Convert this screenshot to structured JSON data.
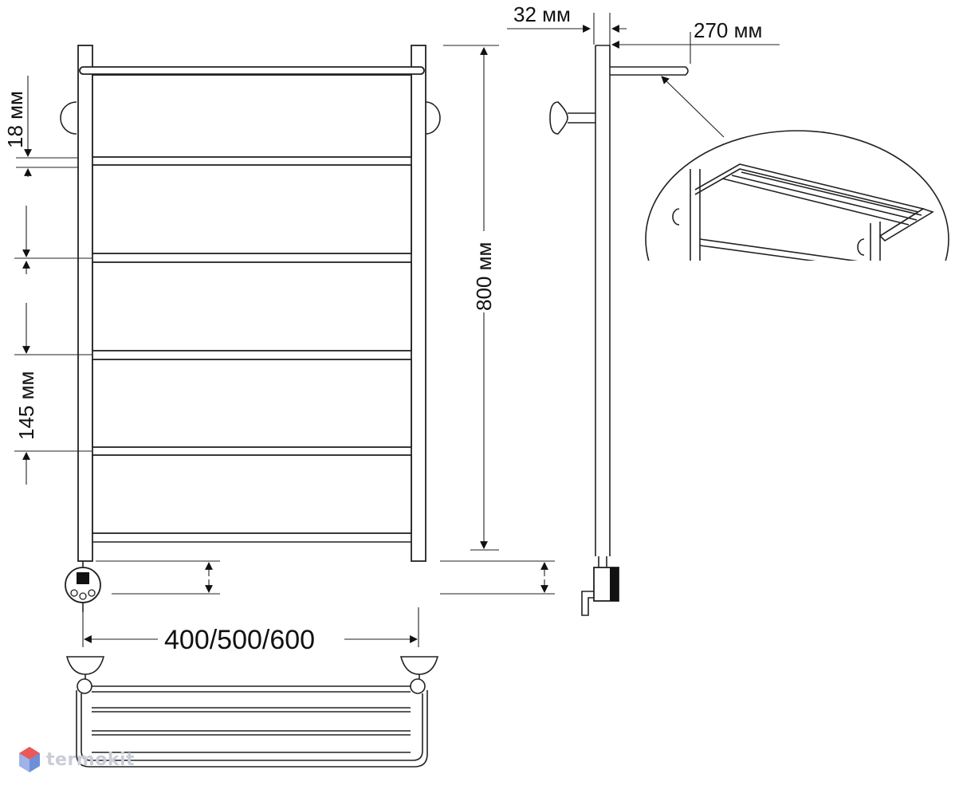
{
  "dimensions": {
    "top_gap": "32 мм",
    "shelf_depth": "270 мм",
    "height": "800 мм",
    "bar_gap": "18 мм",
    "section_height": "145 мм",
    "width": "400/500/600"
  },
  "watermark": {
    "text": "termokit",
    "logo": "termokit-logo-icon",
    "colors": {
      "logo_red": "#e85a5a",
      "logo_blue": "#6e8fd8",
      "text": "#c9cdd6"
    }
  }
}
